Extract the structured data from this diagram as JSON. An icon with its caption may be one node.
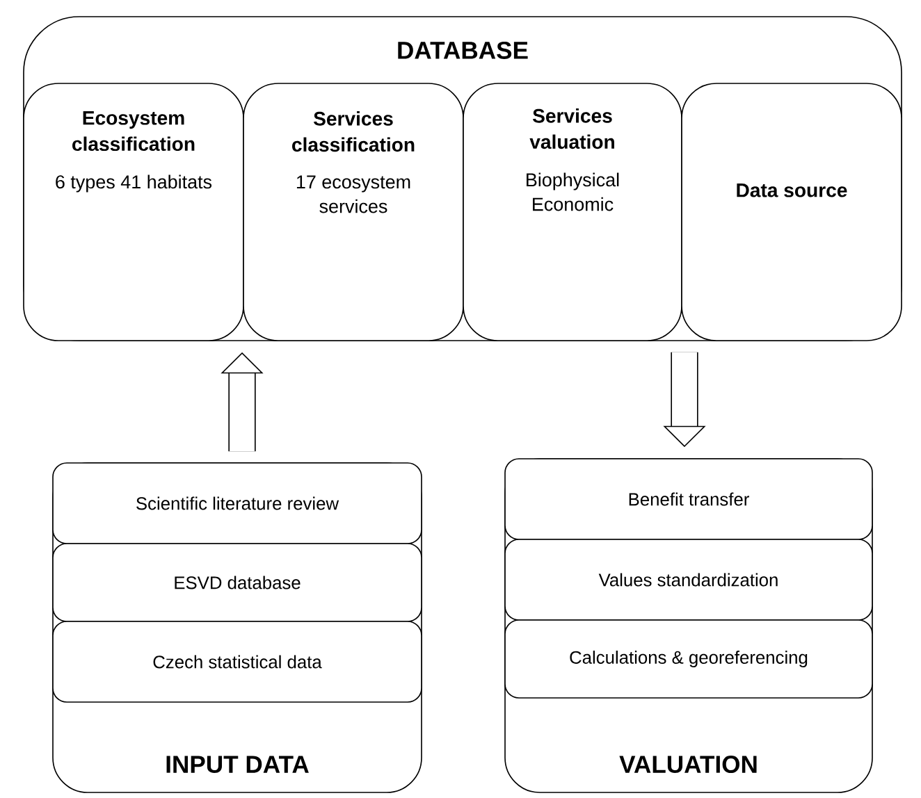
{
  "diagram": {
    "nodes": [
      {
        "text": [
          "DATABASE"
        ]
      },
      {
        "text": [
          "Ecosystem classification",
          "6 types 41 habitats"
        ],
        "in": 0
      },
      {
        "text": [
          "Services classification",
          "17 ecosystem services"
        ],
        "in": 0
      },
      {
        "text": [
          "Services valuation",
          "Biophysical Economic"
        ],
        "in": 0
      },
      {
        "text": [
          "Data source"
        ],
        "in": 0
      },
      {
        "text": [
          "INPUT DATA"
        ]
      },
      {
        "text": [
          "Scientific literature review"
        ],
        "in": 5
      },
      {
        "text": [
          "ESVD database"
        ],
        "in": 5
      },
      {
        "text": [
          "Czech statistical data"
        ],
        "in": 5
      },
      {
        "text": [
          "VALUATION"
        ]
      },
      {
        "text": [
          "Benefit transfer"
        ],
        "in": 9
      },
      {
        "text": [
          "Values standardization"
        ],
        "in": 9
      },
      {
        "text": [
          "Calculations & georeferencing"
        ],
        "in": 9
      }
    ],
    "edges": [
      {
        "from": 5,
        "to": 0,
        "arrow": "to"
      },
      {
        "from": 0,
        "to": 9,
        "arrow": "to"
      }
    ]
  }
}
